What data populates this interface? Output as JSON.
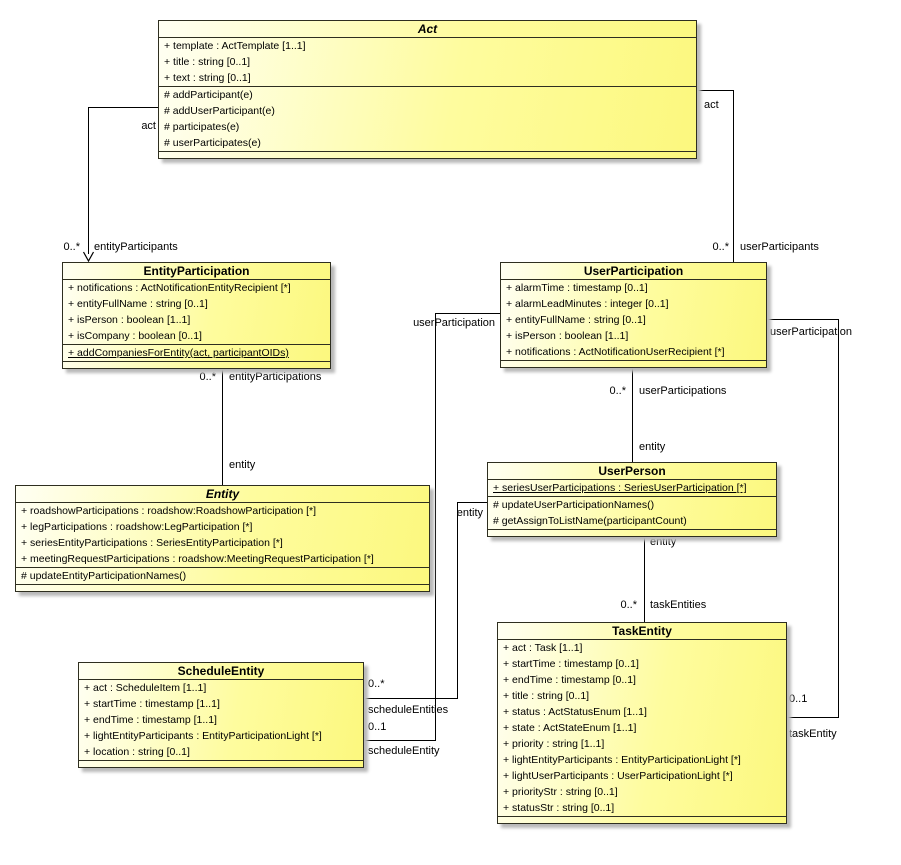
{
  "colors": {
    "class_fill_light": "#fffff3",
    "class_fill_yellow": "#fcf87e",
    "class_border": "#2e2e20",
    "connector_line": "#000000",
    "shadow": "#b9b9b9",
    "background": "#ffffff"
  },
  "classes": {
    "act": {
      "name": "Act",
      "abstract": true,
      "attrs": [
        "+ template : ActTemplate [1..1]",
        "+ title : string [0..1]",
        "+ text : string [0..1]"
      ],
      "ops": [
        "# addParticipant(e)",
        "# addUserParticipant(e)",
        "# participates(e)",
        "# userParticipates(e)"
      ]
    },
    "entityParticipation": {
      "name": "EntityParticipation",
      "abstract": false,
      "attrs": [
        "+ notifications : ActNotificationEntityRecipient [*]",
        "+ entityFullName : string [0..1]",
        "+ isPerson : boolean [1..1]",
        "+ isCompany : boolean [0..1]"
      ],
      "ops": [
        "+ addCompaniesForEntity(act, participantOIDs)"
      ]
    },
    "userParticipation": {
      "name": "UserParticipation",
      "abstract": false,
      "attrs": [
        "+ alarmTime : timestamp [0..1]",
        "+ alarmLeadMinutes : integer [0..1]",
        "+ entityFullName : string [0..1]",
        "+ isPerson : boolean [1..1]",
        "+ notifications : ActNotificationUserRecipient [*]"
      ],
      "ops": []
    },
    "entity": {
      "name": "Entity",
      "abstract": true,
      "attrs": [
        "+ roadshowParticipations : roadshow:RoadshowParticipation [*]",
        "+ legParticipations : roadshow:LegParticipation [*]",
        "+ seriesEntityParticipations : SeriesEntityParticipation [*]",
        "+ meetingRequestParticipations : roadshow:MeetingRequestParticipation [*]"
      ],
      "ops": [
        "# updateEntityParticipationNames()"
      ]
    },
    "userPerson": {
      "name": "UserPerson",
      "abstract": false,
      "attrs": [
        "+ seriesUserParticipations : SeriesUserParticipation [*]"
      ],
      "ops": [
        "# updateUserParticipationNames()",
        "# getAssignToListName(participantCount)"
      ]
    },
    "scheduleEntity": {
      "name": "ScheduleEntity",
      "abstract": false,
      "attrs": [
        "+ act : ScheduleItem [1..1]",
        "+ startTime : timestamp [1..1]",
        "+ endTime : timestamp [1..1]",
        "+ lightEntityParticipants : EntityParticipationLight [*]",
        "+ location : string [0..1]"
      ],
      "ops": []
    },
    "taskEntity": {
      "name": "TaskEntity",
      "abstract": false,
      "attrs": [
        "+ act : Task [1..1]",
        "+ startTime : timestamp [0..1]",
        "+ endTime : timestamp [0..1]",
        "+ title : string [0..1]",
        "+ status : ActStatusEnum [1..1]",
        "+ state : ActStateEnum [1..1]",
        "+ priority : string [1..1]",
        "+ lightEntityParticipants : EntityParticipationLight [*]",
        "+ lightUserParticipants : UserParticipationLight [*]",
        "+ priorityStr : string [0..1]",
        "+ statusStr : string [0..1]"
      ],
      "ops": []
    }
  },
  "connectors": {
    "act_entityParticipation": {
      "roleA": "act",
      "multB": "0..*",
      "roleB": "entityParticipants"
    },
    "act_userParticipation": {
      "roleA": "act",
      "multB": "0..*",
      "roleB": "userParticipants"
    },
    "entityParticipation_entity": {
      "multA": "0..*",
      "roleA": "entityParticipations",
      "roleB": "entity"
    },
    "userParticipation_userPerson": {
      "multA": "0..*",
      "roleA": "userParticipations",
      "roleB": "entity"
    },
    "userPerson_taskEntity": {
      "roleA": "entity",
      "multB": "0..*",
      "roleB": "taskEntities"
    },
    "userParticipation_scheduleEntity": {
      "roleA": "userParticipation",
      "multB": "0..1",
      "roleB": "scheduleEntity"
    },
    "userPerson_scheduleEntity": {
      "roleA": "entity",
      "multB": "0..*",
      "roleB": "scheduleEntities"
    },
    "userParticipation_taskEntity": {
      "roleA": "userParticipation",
      "multB": "0..1",
      "roleB": "taskEntity"
    }
  }
}
